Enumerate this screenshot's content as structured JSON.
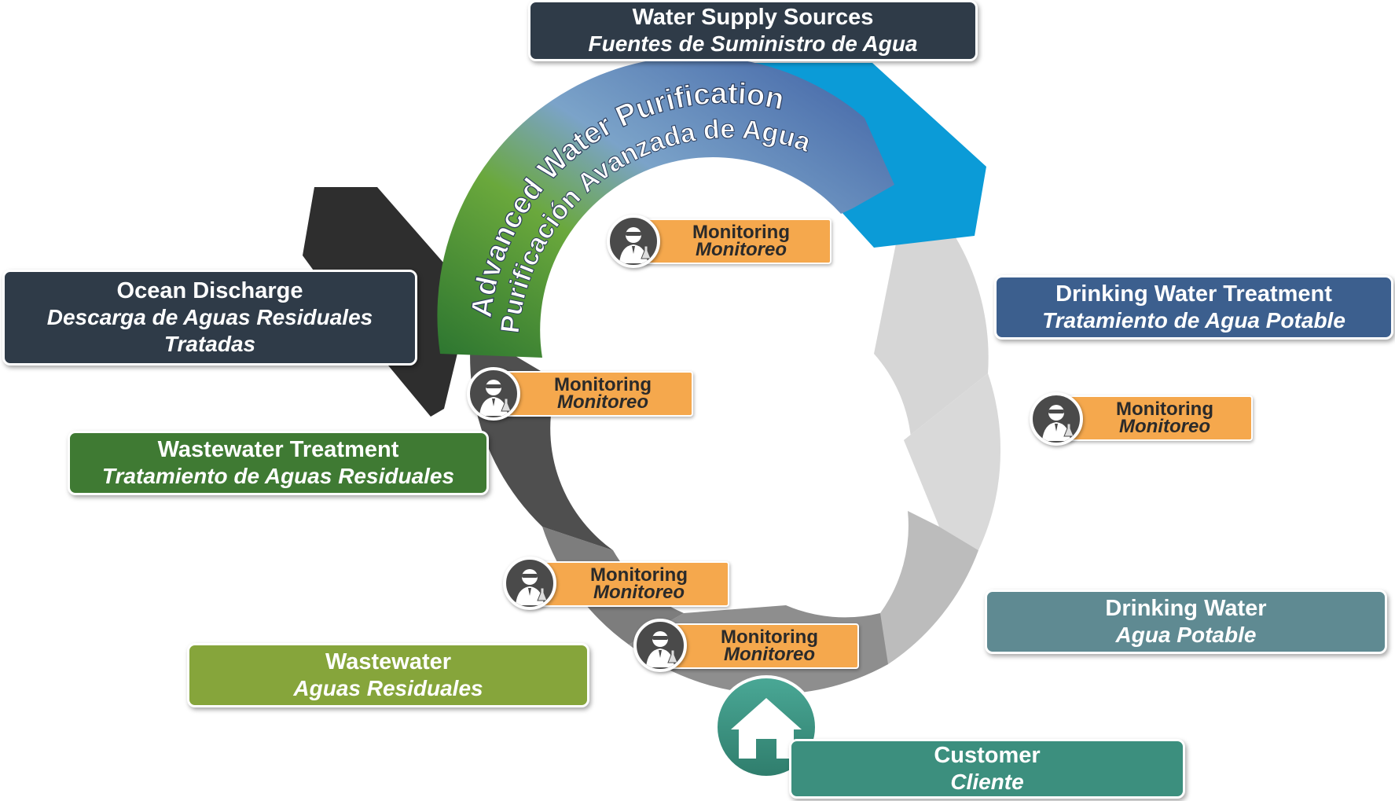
{
  "labels": {
    "water_supply": {
      "en": "Water Supply Sources",
      "es": "Fuentes de Suministro de Agua"
    },
    "drinking_treatment": {
      "en": "Drinking Water Treatment",
      "es": "Tratamiento de Agua Potable"
    },
    "drinking_water": {
      "en": "Drinking Water",
      "es": "Agua Potable"
    },
    "customer": {
      "en": "Customer",
      "es": "Cliente"
    },
    "wastewater": {
      "en": "Wastewater",
      "es": "Aguas Residuales"
    },
    "wastewater_treatment": {
      "en": "Wastewater Treatment",
      "es": "Tratamiento de Aguas Residuales"
    },
    "ocean_discharge": {
      "en": "Ocean Discharge",
      "es_line1": "Descarga de Aguas Residuales",
      "es_line2": "Tratadas"
    },
    "advanced_purification": {
      "en": "Advanced Water Purification",
      "es": "Purificación Avanzada de Agua"
    }
  },
  "monitoring": {
    "en": "Monitoring",
    "es": "Monitoreo"
  },
  "icons": {
    "monitor": "scientist-icon",
    "customer": "house-icon"
  },
  "colors": {
    "water_supply_box": "#2f3b48",
    "supply_arrow": "#0b9bd7",
    "drinking_treatment_box": "#3c5f8e",
    "drinking_water_box": "#5f8a92",
    "customer_box": "#3c8f7e",
    "wastewater_box": "#86a53b",
    "wastewater_treatment_box": "#3f7a33",
    "ocean_discharge_box": "#2f3b48",
    "monitoring_tag": "#f5a84d",
    "purification_green": "#2f7a34",
    "purification_blue": "#3d63a6"
  }
}
